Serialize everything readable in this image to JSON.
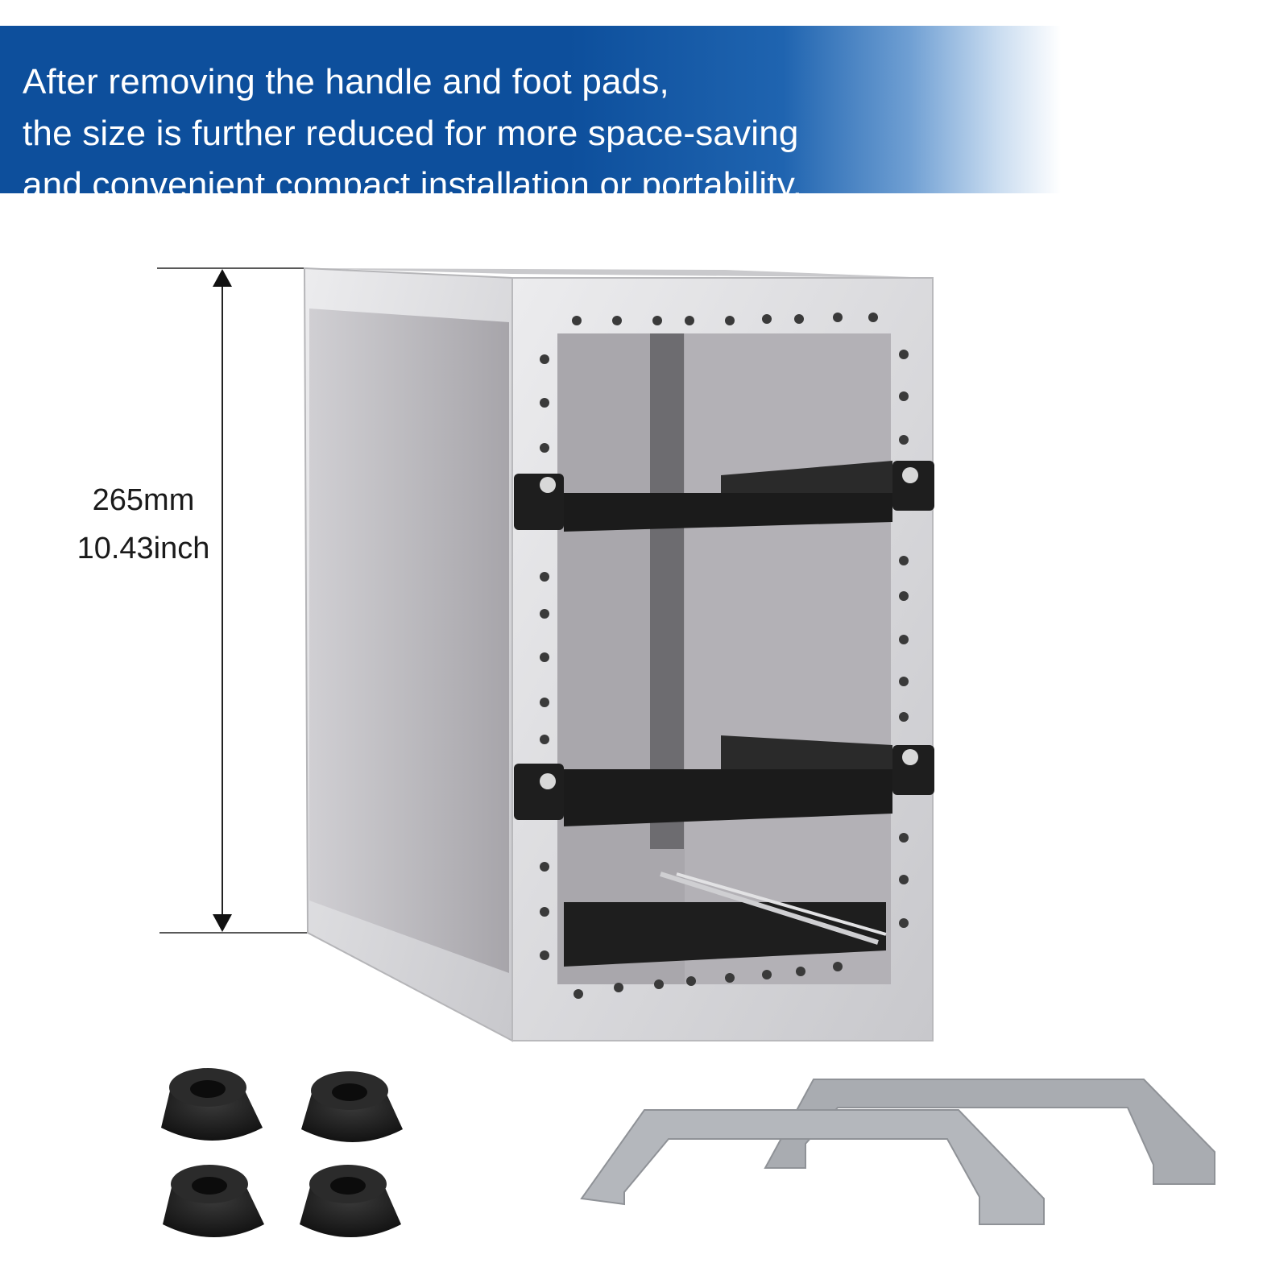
{
  "banner": {
    "lines": [
      "After removing the handle and foot pads,",
      "the size is further reduced for more space-saving",
      "and convenient compact installation or portability."
    ],
    "background_color": "#0d4f9c",
    "text_color": "#ffffff"
  },
  "dimension": {
    "metric": "265mm",
    "imperial": "10.43inch"
  },
  "product": {
    "frame_color": "#d9d9dc",
    "panel_color": "#a8a6ab",
    "shelf_color": "#1b1b1b"
  },
  "accessories": {
    "foot_pad_color": "#1c1c1c",
    "handle_color": "#a9acb1"
  }
}
